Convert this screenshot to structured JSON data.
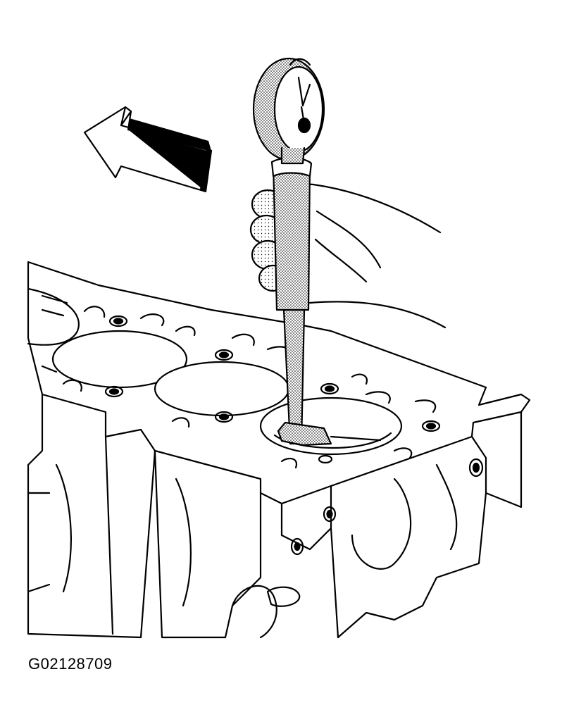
{
  "figure": {
    "id_label": "G02128709",
    "subject": "bore-gauge-measuring-cylinder-bore",
    "direction_arrow": "arrow-pointing-left"
  },
  "colors": {
    "line": "#000000",
    "background": "#ffffff",
    "shading": "#9a9a9a"
  }
}
